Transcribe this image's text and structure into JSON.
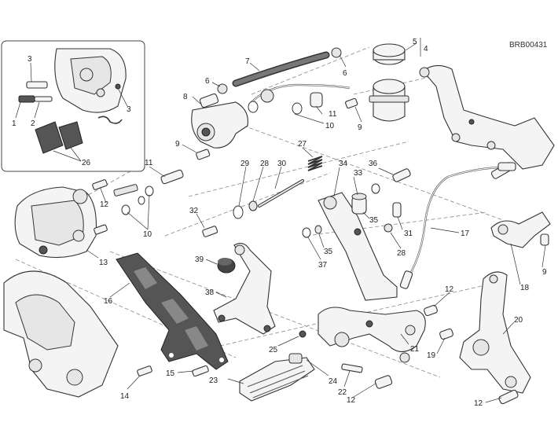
{
  "diagram": {
    "code": "BRB00431",
    "callouts": {
      "c1": "1",
      "c2": "2",
      "c3a": "3",
      "c3b": "3",
      "c4": "4",
      "c5": "5",
      "c6a": "6",
      "c6b": "6",
      "c7": "7",
      "c8": "8",
      "c9a": "9",
      "c9b": "9",
      "c9c": "9",
      "c10a": "10",
      "c10b": "10",
      "c11a": "11",
      "c11b": "11",
      "c12a": "12",
      "c12b": "12",
      "c12c": "12",
      "c12d": "12",
      "c13": "13",
      "c14": "14",
      "c15": "15",
      "c16": "16",
      "c17": "17",
      "c18": "18",
      "c19": "19",
      "c20": "20",
      "c21": "21",
      "c22": "22",
      "c23": "23",
      "c24": "24",
      "c25": "25",
      "c26": "26",
      "c27": "27",
      "c28a": "28",
      "c28b": "28",
      "c29": "29",
      "c30": "30",
      "c31": "31",
      "c32": "32",
      "c33": "33",
      "c34": "34",
      "c35a": "35",
      "c35b": "35",
      "c36": "36",
      "c37": "37",
      "c38": "38",
      "c39": "39"
    }
  }
}
